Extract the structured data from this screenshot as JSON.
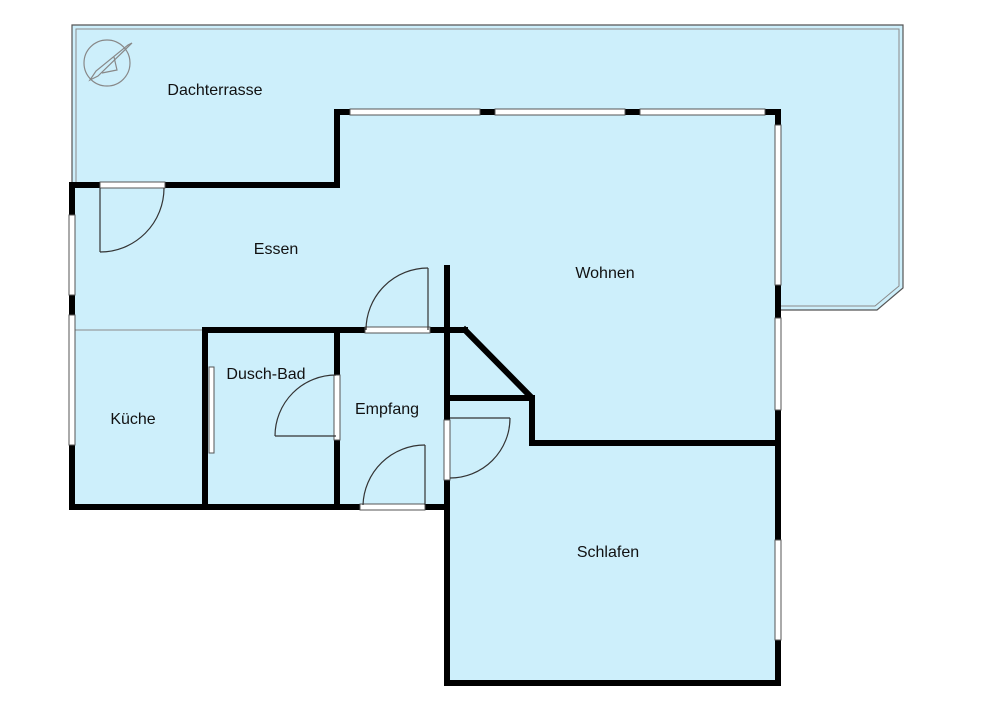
{
  "rooms": {
    "dachterrasse": "Dachterrasse",
    "essen": "Essen",
    "wohnen": "Wohnen",
    "dusch_bad": "Dusch-Bad",
    "empfang": "Empfang",
    "kueche": "Küche",
    "schlafen": "Schlafen"
  },
  "colors": {
    "floor": "#cdeffb",
    "wall": "#000000"
  },
  "icons": {
    "compass": "compass-icon"
  }
}
